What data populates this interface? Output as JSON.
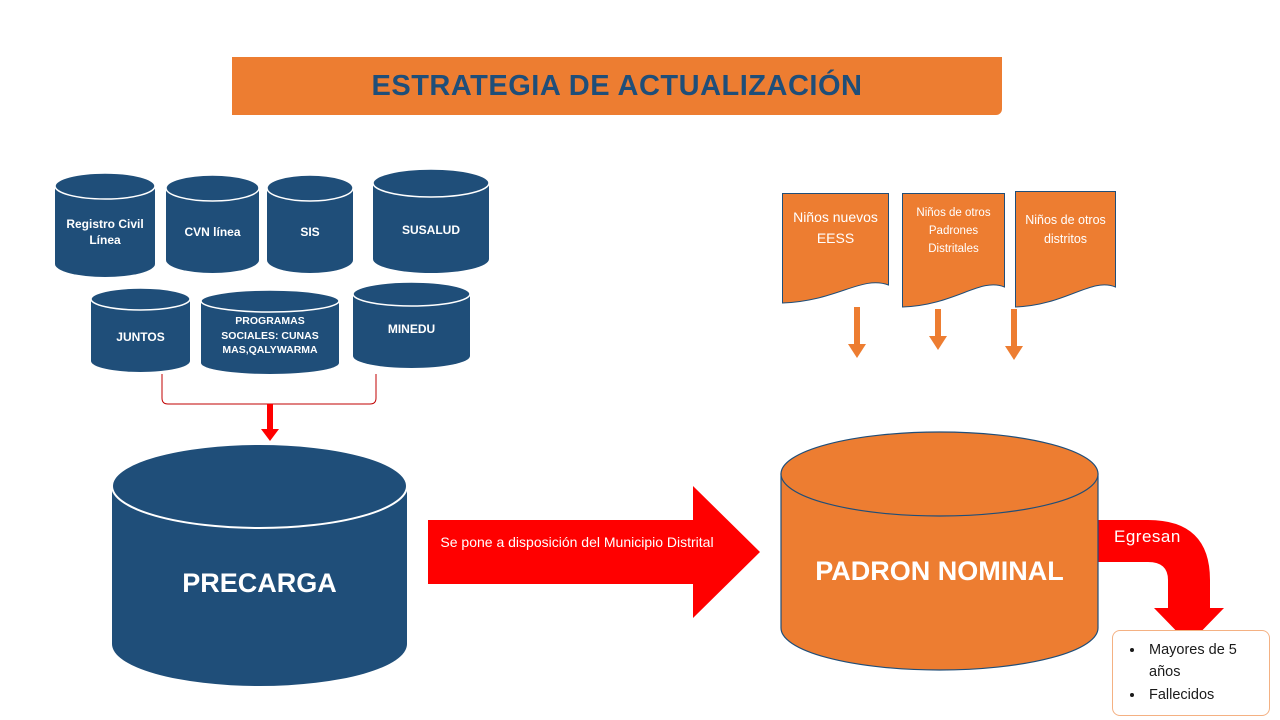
{
  "title": "ESTRATEGIA DE ACTUALIZACIÓN",
  "colors": {
    "navy": "#1F4E79",
    "orange": "#ED7D31",
    "red": "#FF0000",
    "white": "#FFFFFF"
  },
  "sources": {
    "registro": "Registro Civil Línea",
    "cvn": "CVN línea",
    "sis": "SIS",
    "susalud": "SUSALUD",
    "juntos": "JUNTOS",
    "programas": "PROGRAMAS SOCIALES: CUNAS MAS,QALYWARMA",
    "minedu": "MINEDU"
  },
  "precarga": "PRECARGA",
  "transfer_text": "Se pone a disposición del Municipio Distrital",
  "padron": "PADRON NOMINAL",
  "inputs": {
    "nuevos": "Niños nuevos EESS",
    "padrones": "Niños de otros Padrones Distritales",
    "distritos": "Niños de otros distritos"
  },
  "egresan": "Egresan",
  "exits": [
    "Mayores de 5 años",
    "Fallecidos"
  ]
}
